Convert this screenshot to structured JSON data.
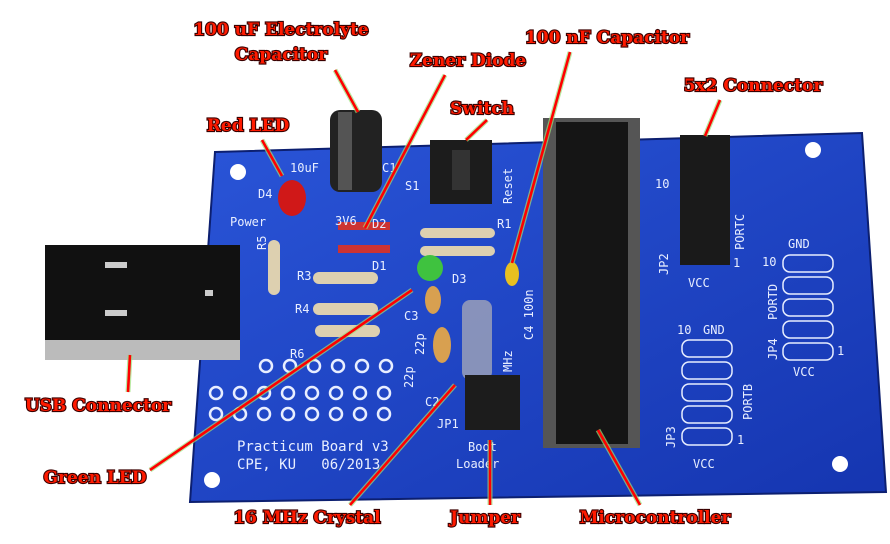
{
  "labels": {
    "electrolyte_cap_line1": "100 uF Electrolyte",
    "electrolyte_cap_line2": "Capacitor",
    "zener_diode": "Zener Diode",
    "nf_capacitor": "100 nF Capacitor",
    "red_led": "Red LED",
    "switch": "Switch",
    "connector_5x2": "5x2 Connector",
    "usb_connector": "USB Connector",
    "green_led": "Green LED",
    "crystal": "16 MHz Crystal",
    "jumper": "Jumper",
    "microcontroller": "Microcontroller"
  },
  "silkscreen": {
    "board_name": "Practicum Board v3",
    "board_org_date": "CPE, KU   06/2013",
    "d4": "D4",
    "power": "Power",
    "c1_value": "10uF",
    "c1": "C1",
    "s1": "S1",
    "reset": "Reset",
    "d2": "D2",
    "d1": "D1",
    "zener_value": "3V6",
    "r1": "R1",
    "r3": "R3",
    "r4": "R4",
    "r5": "R5",
    "r6": "R6",
    "d3": "D3",
    "c3": "C3",
    "c3_value": "22p",
    "c2_value": "22p",
    "c2": "C2",
    "c4": "C4 100n",
    "mhz": "MHz",
    "jp1": "JP1",
    "boot": "Boot",
    "loader": "Loader",
    "jp2": "JP2",
    "portc": "PORTC",
    "jp2_vcc": "VCC",
    "jp2_10": "10",
    "jp2_1": "1",
    "jp4": "JP4",
    "portd": "PORTD",
    "jp4_gnd": "GND",
    "jp4_vcc": "VCC",
    "jp4_10": "10",
    "jp4_1": "1",
    "jp3": "JP3",
    "portb": "PORTB",
    "jp3_gnd": "GND",
    "jp3_vcc": "VCC",
    "jp3_10": "10",
    "jp3_1": "1"
  },
  "colors": {
    "board": "#1a3fc4",
    "label": "#ff1a00",
    "pointer": "#ff0000"
  }
}
